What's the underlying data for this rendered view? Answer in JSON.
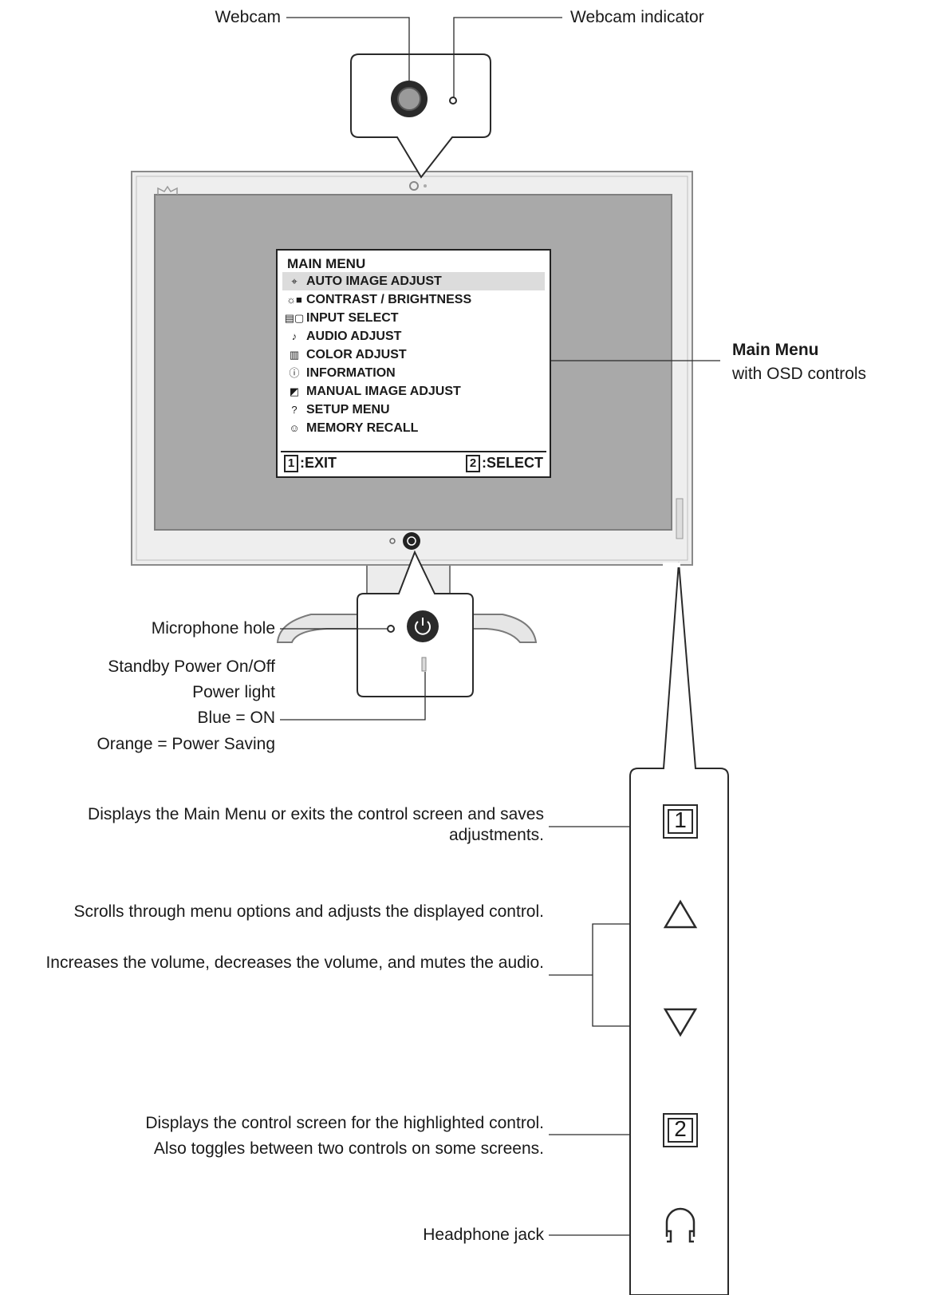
{
  "labels": {
    "webcam": "Webcam",
    "webcam_indicator": "Webcam indicator",
    "main_menu_title": "Main Menu",
    "main_menu_sub": "with OSD controls",
    "microphone": "Microphone hole",
    "standby": "Standby Power On/Off",
    "power_light": "Power light",
    "blue_on": "Blue = ON",
    "orange_saving": "Orange = Power Saving",
    "btn1_desc": "Displays the Main Menu or exits the control screen and saves adjustments.",
    "scroll_desc": "Scrolls through menu options and adjusts the displayed control.",
    "volume_desc": "Increases the volume, decreases the volume, and mutes the audio.",
    "btn2_desc": "Displays the control screen for the highlighted control.",
    "btn2_desc2": "Also toggles between two controls on some screens.",
    "headphone": "Headphone jack"
  },
  "osd": {
    "title": "MAIN MENU",
    "items": [
      {
        "label": "AUTO IMAGE ADJUST",
        "icon": "crosshair-icon",
        "highlighted": true
      },
      {
        "label": "CONTRAST / BRIGHTNESS",
        "icon": "brightness-contrast-icon"
      },
      {
        "label": "INPUT SELECT",
        "icon": "input-icon"
      },
      {
        "label": "AUDIO ADJUST",
        "icon": "audio-icon"
      },
      {
        "label": "COLOR ADJUST",
        "icon": "color-bars-icon"
      },
      {
        "label": "INFORMATION",
        "icon": "info-icon"
      },
      {
        "label": "MANUAL IMAGE ADJUST",
        "icon": "manual-adjust-icon"
      },
      {
        "label": "SETUP MENU",
        "icon": "question-icon"
      },
      {
        "label": "MEMORY RECALL",
        "icon": "recall-icon"
      }
    ],
    "exit_key": "1",
    "exit_label": ":EXIT",
    "select_key": "2",
    "select_label": ":SELECT"
  },
  "panel_buttons": {
    "button1": "1",
    "button2": "2"
  }
}
